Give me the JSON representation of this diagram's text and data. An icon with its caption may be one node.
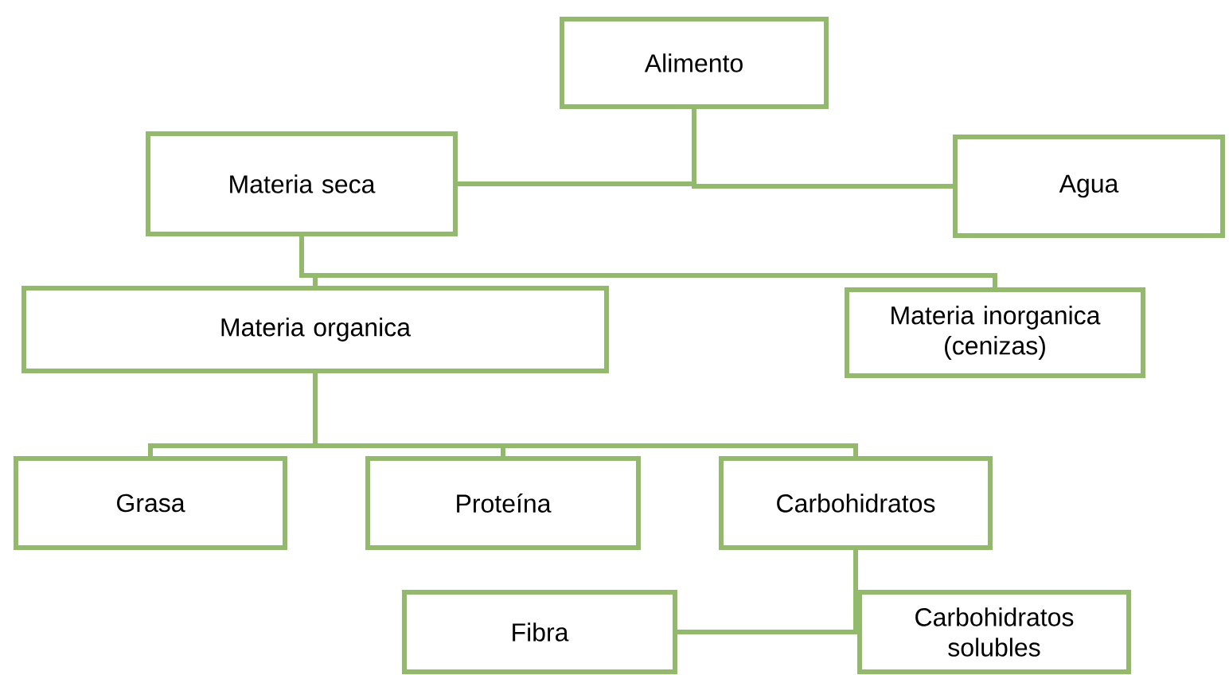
{
  "diagram": {
    "nodes": [
      {
        "text": [
          "Alimento"
        ]
      },
      {
        "text": [
          "Materia seca"
        ]
      },
      {
        "text": [
          "Agua"
        ]
      },
      {
        "text": [
          "Materia organica"
        ]
      },
      {
        "text": [
          "Materia inorganica (cenizas)"
        ]
      },
      {
        "text": [
          "Grasa"
        ]
      },
      {
        "text": [
          "Proteína"
        ]
      },
      {
        "text": [
          "Carbohidratos"
        ]
      },
      {
        "text": [
          "Fibra"
        ]
      },
      {
        "text": [
          "Carbohidratos solubles"
        ]
      }
    ],
    "edges": [
      {
        "from": 0,
        "to": 1,
        "arrow": "none"
      },
      {
        "from": 0,
        "to": 2,
        "arrow": "none"
      },
      {
        "from": 1,
        "to": 3,
        "arrow": "none"
      },
      {
        "from": 1,
        "to": 4,
        "arrow": "none"
      },
      {
        "from": 3,
        "to": 5,
        "arrow": "none"
      },
      {
        "from": 3,
        "to": 6,
        "arrow": "none"
      },
      {
        "from": 3,
        "to": 7,
        "arrow": "none"
      },
      {
        "from": 7,
        "to": 8,
        "arrow": "none"
      },
      {
        "from": 7,
        "to": 9,
        "arrow": "none"
      }
    ]
  }
}
